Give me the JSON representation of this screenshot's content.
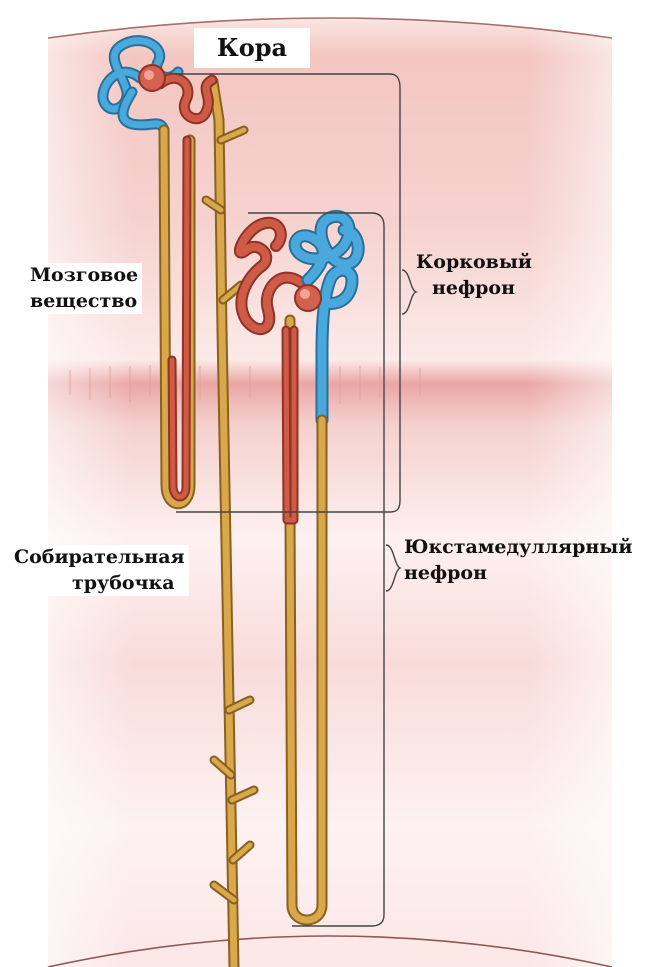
{
  "labels": {
    "cortex": "Кора",
    "medulla": [
      "Мозговое",
      "вещество"
    ],
    "cortical_nephron": [
      "Корковый",
      "нефрон"
    ],
    "juxtamedullary_nephron": [
      "Юкстамедуллярный",
      "нефрон"
    ],
    "collecting_duct": [
      "Собирательная",
      "трубочка"
    ]
  },
  "colors": {
    "tubule_red": "#cf5a45",
    "tubule_blue": "#4aa9dc",
    "duct_tan": "#d9a84a",
    "cortex_pink": "#f2c9c4",
    "bracket": "#444444"
  }
}
